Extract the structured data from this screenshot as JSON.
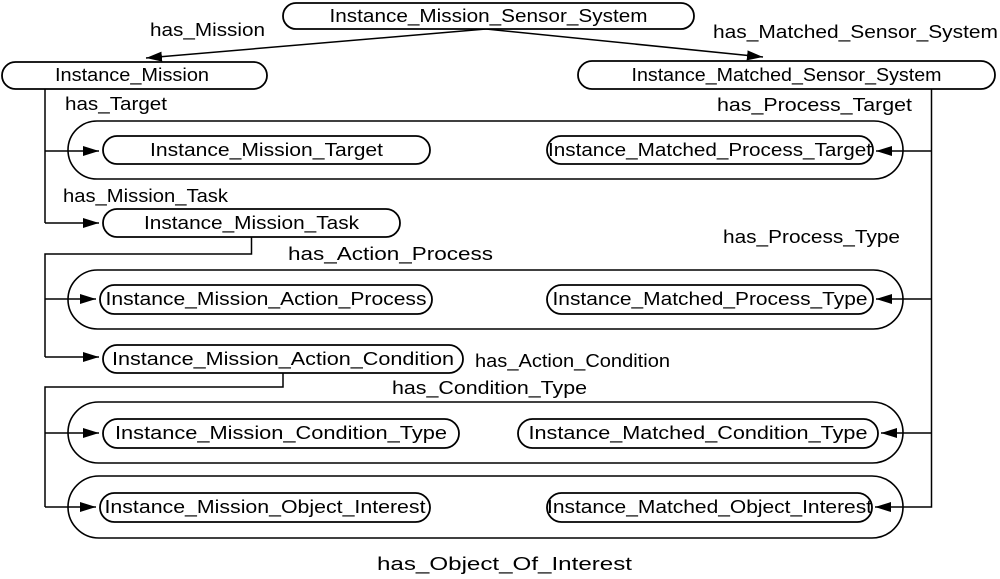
{
  "diagram": {
    "type": "ontology-relationship-graph",
    "colors": {
      "background": "#ffffff",
      "stroke": "#000000",
      "text": "#000000"
    },
    "nodes": {
      "mission_sensor_system": {
        "label": "Instance_Mission_Sensor_System"
      },
      "mission": {
        "label": "Instance_Mission"
      },
      "matched_sensor_system": {
        "label": "Instance_Matched_Sensor_System"
      },
      "mission_target": {
        "label": "Instance_Mission_Target"
      },
      "matched_process_target": {
        "label": "Instance_Matched_Process_Target"
      },
      "mission_task": {
        "label": "Instance_Mission_Task"
      },
      "mission_action_process": {
        "label": "Instance_Mission_Action_Process"
      },
      "matched_process_type": {
        "label": "Instance_Matched_Process_Type"
      },
      "mission_action_condition": {
        "label": "Instance_Mission_Action_Condition"
      },
      "mission_condition_type": {
        "label": "Instance_Mission_Condition_Type"
      },
      "matched_condition_type": {
        "label": "Instance_Matched_Condition_Type"
      },
      "mission_object_interest": {
        "label": "Instance_Mission_Object_Interest"
      },
      "matched_object_interest": {
        "label": "Instance_Matched_Object_Interest"
      }
    },
    "edge_labels": {
      "has_mission": {
        "label": "has_Mission"
      },
      "has_matched_sensor_system": {
        "label": "has_Matched_Sensor_System"
      },
      "has_target": {
        "label": "has_Target"
      },
      "has_process_target": {
        "label": "has_Process_Target"
      },
      "has_mission_task": {
        "label": "has_Mission_Task"
      },
      "has_action_process": {
        "label": "has_Action_Process"
      },
      "has_process_type": {
        "label": "has_Process_Type"
      },
      "has_action_condition": {
        "label": "has_Action_Condition"
      },
      "has_condition_type": {
        "label": "has_Condition_Type"
      },
      "has_object_of_interest": {
        "label": "has_Object_Of_Interest"
      }
    }
  }
}
